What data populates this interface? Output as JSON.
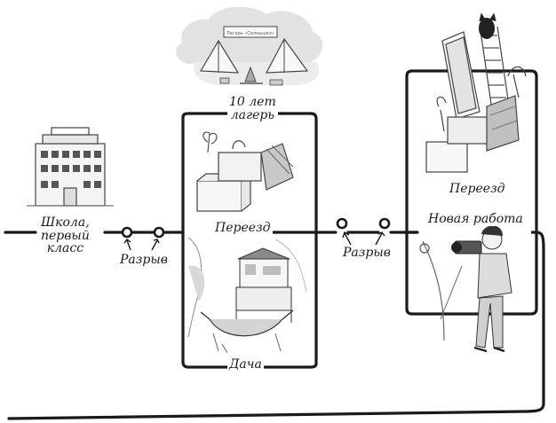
{
  "labels": {
    "camp": "10 лет\nлагерь",
    "school": "Школа,\nпервый\nкласс",
    "break1": "Разрыв",
    "move1": "Переезд",
    "dacha": "Дача",
    "break2": "Разрыв",
    "move2": "Переезд",
    "new_job": "Новая работа"
  },
  "camp_banner": "Лагерь «Солнышко»",
  "colors": {
    "line": "#1a1a1a",
    "sketch": "#555555",
    "shade": "#9a9a9a",
    "paper": "#ffffff"
  }
}
